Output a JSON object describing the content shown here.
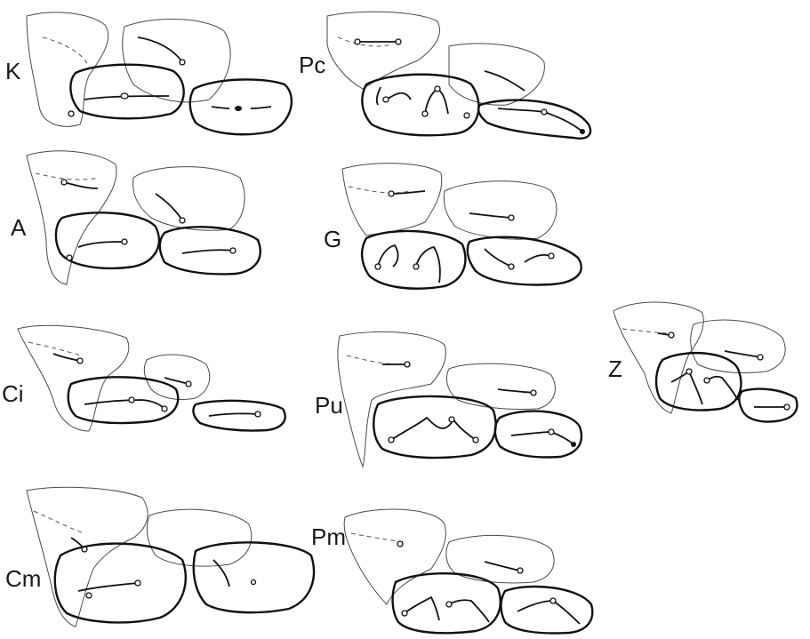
{
  "panels": [
    {
      "label": "K"
    },
    {
      "label": "Pc"
    },
    {
      "label": "A"
    },
    {
      "label": "G"
    },
    {
      "label": "Ci"
    },
    {
      "label": "Pu"
    },
    {
      "label": "Z"
    },
    {
      "label": "Cm"
    },
    {
      "label": "Pm"
    }
  ],
  "colors": {
    "ink": "#111111",
    "paper": "#ffffff"
  }
}
